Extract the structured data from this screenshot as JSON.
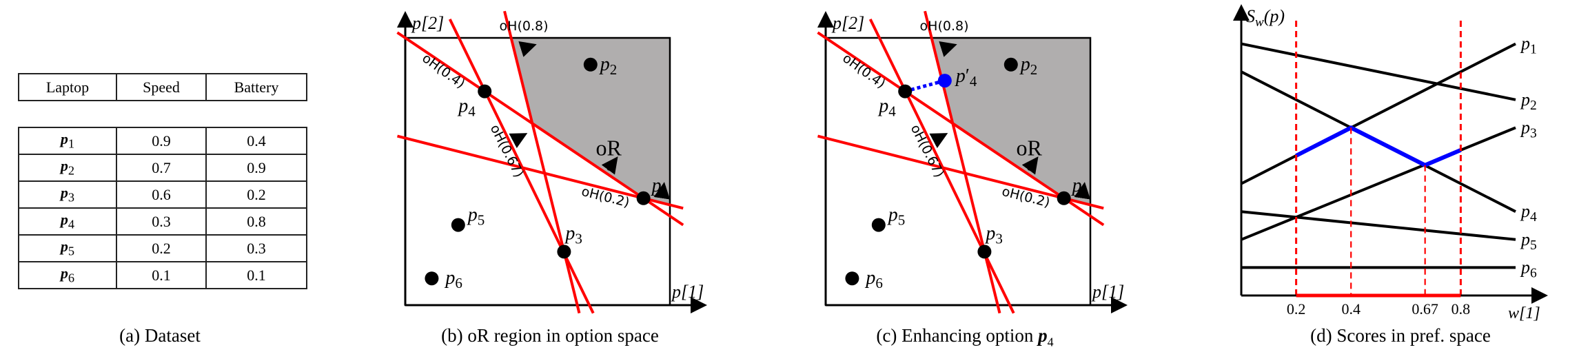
{
  "table": {
    "headers": [
      "Laptop",
      "Speed",
      "Battery"
    ],
    "rows": [
      {
        "name": "p",
        "sub": "1",
        "speed": "0.9",
        "battery": "0.4"
      },
      {
        "name": "p",
        "sub": "2",
        "speed": "0.7",
        "battery": "0.9"
      },
      {
        "name": "p",
        "sub": "3",
        "speed": "0.6",
        "battery": "0.2"
      },
      {
        "name": "p",
        "sub": "4",
        "speed": "0.3",
        "battery": "0.8"
      },
      {
        "name": "p",
        "sub": "5",
        "speed": "0.2",
        "battery": "0.3"
      },
      {
        "name": "p",
        "sub": "6",
        "speed": "0.1",
        "battery": "0.1"
      }
    ]
  },
  "captions": {
    "a": "(a) Dataset",
    "b": "(b) oR region in option space",
    "c_prefix": "(c) Enhancing option ",
    "c_var": "p",
    "c_sub": "4",
    "d": "(d) Scores in pref. space"
  },
  "chart_data": [
    {
      "type": "scatter",
      "panel": "b",
      "xlabel": "p[1]",
      "ylabel": "p[2]",
      "xlim": [
        0,
        1
      ],
      "ylim": [
        0,
        1
      ],
      "points": [
        {
          "label": "p",
          "sub": "1",
          "x": 0.9,
          "y": 0.4
        },
        {
          "label": "p",
          "sub": "2",
          "x": 0.7,
          "y": 0.9
        },
        {
          "label": "p",
          "sub": "3",
          "x": 0.6,
          "y": 0.2
        },
        {
          "label": "p",
          "sub": "4",
          "x": 0.3,
          "y": 0.8
        },
        {
          "label": "p",
          "sub": "5",
          "x": 0.2,
          "y": 0.3
        },
        {
          "label": "p",
          "sub": "6",
          "x": 0.1,
          "y": 0.1
        }
      ],
      "hyperplanes": [
        {
          "label": "oH(0.2)",
          "w": 0.2,
          "score": 0.5
        },
        {
          "label": "oH(0.4)",
          "w": 0.4,
          "score": 0.6
        },
        {
          "label": "oH(0.67)",
          "w": 0.67,
          "score": 0.466
        },
        {
          "label": "oH(0.8)",
          "w": 0.8,
          "score": 0.52
        }
      ],
      "region": {
        "label": "oR",
        "vertices": [
          [
            0.4,
            1
          ],
          [
            1,
            1
          ],
          [
            1,
            0.375
          ],
          [
            0.9,
            0.4
          ],
          [
            0.48,
            0.68
          ]
        ],
        "color": "#b0aeae"
      },
      "line_color": "#ff0000"
    },
    {
      "type": "scatter",
      "panel": "c",
      "enhanced_point": {
        "label": "p",
        "sub": "4",
        "prime": "′",
        "x": 0.45,
        "y": 0.84,
        "color": "#0000ff",
        "from": "p4"
      }
    },
    {
      "type": "line",
      "panel": "d",
      "xlabel": "w[1]",
      "ylabel": "S",
      "ylabel_sub": "w",
      "ylabel_arg": "(p)",
      "xlim": [
        0,
        1
      ],
      "xticks": [
        "0.2",
        "0.4",
        "0.67",
        "0.8"
      ],
      "series": [
        {
          "name": "p",
          "sub": "1",
          "w0": 0.4,
          "w1": 0.9
        },
        {
          "name": "p",
          "sub": "2",
          "w0": 0.9,
          "w1": 0.7
        },
        {
          "name": "p",
          "sub": "3",
          "w0": 0.2,
          "w1": 0.6
        },
        {
          "name": "p",
          "sub": "4",
          "w0": 0.8,
          "w1": 0.3
        },
        {
          "name": "p",
          "sub": "5",
          "w0": 0.3,
          "w1": 0.2
        },
        {
          "name": "p",
          "sub": "6",
          "w0": 0.1,
          "w1": 0.1
        }
      ],
      "highlight_path": {
        "w": [
          0.2,
          0.4,
          0.67,
          0.8
        ],
        "S": [
          0.5,
          0.6,
          0.466,
          0.52
        ],
        "color": "#0000ff"
      },
      "interval": [
        0.2,
        0.8
      ],
      "interval_color": "#ff0000"
    }
  ]
}
